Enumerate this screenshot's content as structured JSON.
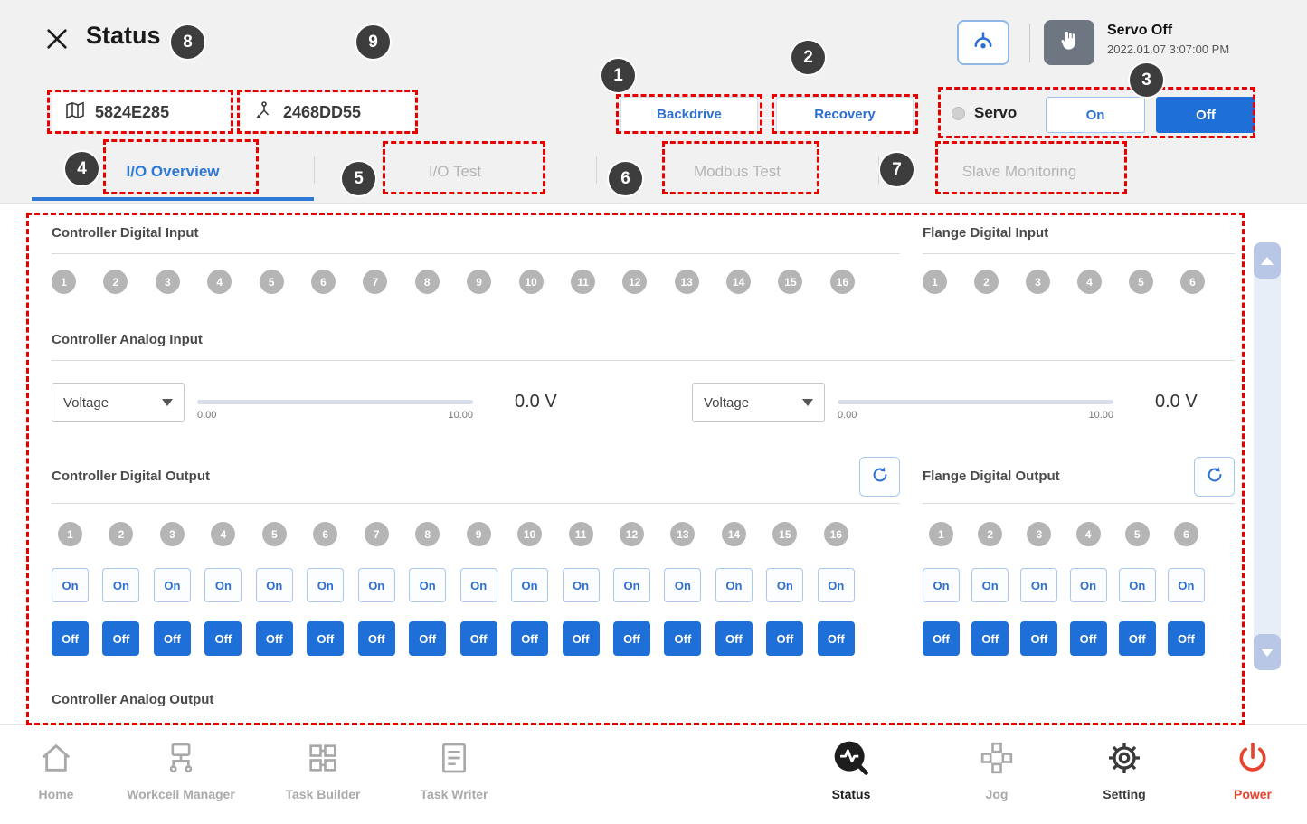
{
  "header": {
    "title": "Status",
    "robot_serial": "5824E285",
    "tool_serial": "2468DD55",
    "backdrive": "Backdrive",
    "recovery": "Recovery",
    "servo": "Servo",
    "servo_on": "On",
    "servo_off": "Off",
    "servo_status": "Servo Off",
    "datetime": "2022.01.07 3:07:00 PM"
  },
  "tabs": [
    {
      "label": "I/O Overview",
      "active": true
    },
    {
      "label": "I/O Test",
      "active": false
    },
    {
      "label": "Modbus Test",
      "active": false
    },
    {
      "label": "Slave Monitoring",
      "active": false
    }
  ],
  "sections": {
    "controller_digital_input": "Controller Digital Input",
    "flange_digital_input": "Flange Digital Input",
    "controller_analog_input": "Controller Analog Input",
    "controller_digital_output": "Controller Digital Output",
    "flange_digital_output": "Flange Digital Output",
    "controller_analog_output": "Controller Analog Output"
  },
  "digital_input": {
    "controller_channels": [
      "1",
      "2",
      "3",
      "4",
      "5",
      "6",
      "7",
      "8",
      "9",
      "10",
      "11",
      "12",
      "13",
      "14",
      "15",
      "16"
    ],
    "flange_channels": [
      "1",
      "2",
      "3",
      "4",
      "5",
      "6"
    ]
  },
  "analog_input": {
    "channels": [
      {
        "mode": "Voltage",
        "scale_min": "0.00",
        "scale_max": "10.00",
        "value": "0.0 V"
      },
      {
        "mode": "Voltage",
        "scale_min": "0.00",
        "scale_max": "10.00",
        "value": "0.0 V"
      }
    ]
  },
  "digital_output": {
    "controller_channels": [
      "1",
      "2",
      "3",
      "4",
      "5",
      "6",
      "7",
      "8",
      "9",
      "10",
      "11",
      "12",
      "13",
      "14",
      "15",
      "16"
    ],
    "flange_channels": [
      "1",
      "2",
      "3",
      "4",
      "5",
      "6"
    ],
    "on_label": "On",
    "off_label": "Off"
  },
  "annotations": {
    "badges": [
      "1",
      "2",
      "3",
      "4",
      "5",
      "6",
      "7",
      "8",
      "9"
    ]
  },
  "nav": {
    "items": [
      {
        "label": "Home",
        "icon": "home-icon",
        "state": "inactive"
      },
      {
        "label": "Workcell Manager",
        "icon": "workcell-manager-icon",
        "state": "inactive"
      },
      {
        "label": "Task Builder",
        "icon": "task-builder-icon",
        "state": "inactive"
      },
      {
        "label": "Task Writer",
        "icon": "task-writer-icon",
        "state": "inactive"
      },
      {
        "label": "Status",
        "icon": "status-icon",
        "state": "active"
      },
      {
        "label": "Jog",
        "icon": "jog-icon",
        "state": "inactive"
      },
      {
        "label": "Setting",
        "icon": "setting-icon",
        "state": "dark"
      },
      {
        "label": "Power",
        "icon": "power-icon",
        "state": "power"
      }
    ]
  },
  "colors": {
    "accent_blue": "#2e6fd0",
    "active_tab_blue": "#2e78d6",
    "off_button_blue": "#1e6fd7",
    "annotation_red": "#e60000",
    "badge_dark": "#3d3d3d",
    "indicator_gray": "#b5b5b5",
    "power_red": "#e8432d"
  }
}
